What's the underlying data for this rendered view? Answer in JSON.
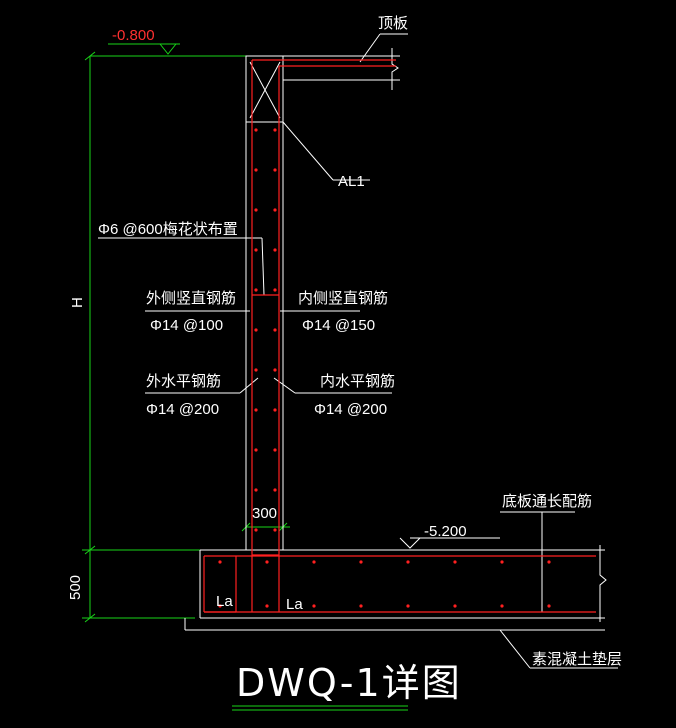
{
  "drawing": {
    "title": "DWQ-1详图",
    "labels": {
      "elev_top": "-0.800",
      "elev_bottom": "-5.200",
      "roof_slab": "顶板",
      "al1": "AL1",
      "tie_bars": "Φ6 @600梅花状布置",
      "outer_vertical": "外侧竖直钢筋",
      "outer_vertical_spec": "Φ14 @100",
      "inner_vertical": "内侧竖直钢筋",
      "inner_vertical_spec": "Φ14 @150",
      "outer_horizontal": "外水平钢筋",
      "outer_horizontal_spec": "Φ14 @200",
      "inner_horizontal": "内水平钢筋",
      "inner_horizontal_spec": "Φ14 @200",
      "wall_thickness": "300",
      "base_bars": "底板通长配筋",
      "height_label": "H",
      "base_thickness": "500",
      "la_left": "La",
      "la_right": "La",
      "cushion": "素混凝土垫层"
    }
  },
  "colors": {
    "background": "#000000",
    "dimension": "#19d419",
    "outline": "#ffffff",
    "rebar": "#ff2020"
  }
}
